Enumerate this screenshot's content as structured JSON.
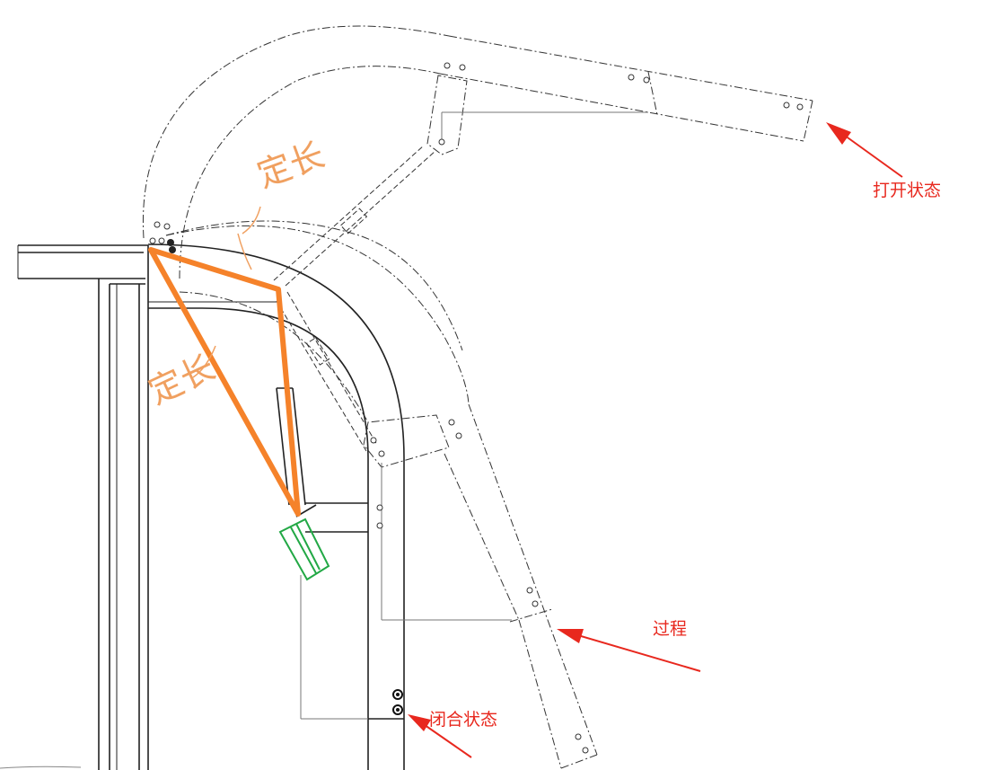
{
  "labels": {
    "open_state": "打开状态",
    "process": "过程",
    "closed_state": "闭合状态"
  },
  "handwritten": {
    "upper": "定长",
    "lower": "定长"
  },
  "colors": {
    "annotation_red": "#e8281e",
    "linkage_orange": "#f5822a",
    "sketch_orange": "#f0a060",
    "slot_green": "#22a845",
    "drawing_line": "#222222",
    "thin_line": "#666666"
  }
}
